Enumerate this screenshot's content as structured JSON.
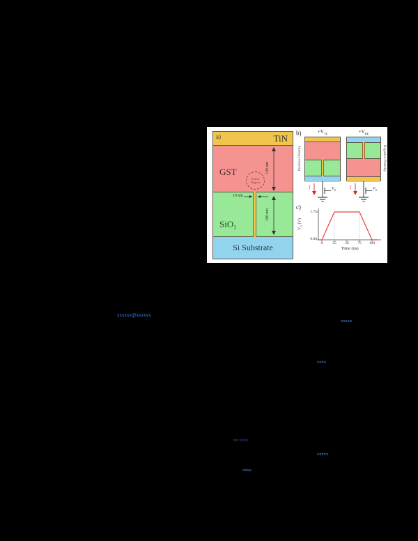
{
  "colors": {
    "page_bg": "#000000",
    "figure_bg": "#ffffff",
    "tin_yellow": "#f0c54e",
    "gst_pink": "#f59390",
    "sio2_green": "#97e897",
    "si_blue": "#92d4ee",
    "outline": "#5a544a",
    "pulse_red": "#e8423d",
    "link_blue": "#4c8df5"
  },
  "figure": {
    "a": {
      "tag": "a)",
      "tin": "TiN",
      "gst": "GST",
      "sio2": "SiO₂",
      "substrate": "Si Substrate",
      "active_1": "Active",
      "active_2": "Region",
      "gst_thickness": "100 nm",
      "sio2_thickness": "100 nm",
      "heater_width": "10 nm"
    },
    "b": {
      "tag": "b)",
      "left_v_main": "+V",
      "left_v_sub": "TE",
      "right_v_main": "+V",
      "right_v_sub": "BE",
      "left_polarity": "Positive Polarity",
      "right_polarity": "Negative Polarity",
      "current": "I",
      "gate_main": "V",
      "gate_sub": "G"
    },
    "c": {
      "tag": "c)",
      "ylabel_main": "V",
      "ylabel_sub": "G",
      "ylabel_unit": "(V)",
      "xlabel": "Time (ns)",
      "ytick_high": "1.75",
      "ytick_low": "0.00",
      "xticks": [
        "0",
        "25",
        "50",
        "75",
        "100"
      ]
    }
  },
  "chart_data": {
    "type": "line",
    "title": "",
    "xlabel": "Time (ns)",
    "ylabel": "V_G (V)",
    "x": [
      -5,
      0,
      25,
      75,
      100,
      112
    ],
    "y": [
      0,
      0,
      1.75,
      1.75,
      0,
      0
    ],
    "xticks": [
      0,
      25,
      50,
      75,
      100
    ],
    "yticks": [
      0,
      1.75
    ],
    "xlim": [
      -8,
      118
    ],
    "ylim": [
      0,
      2.1
    ],
    "guide_lines_x": [
      25,
      75
    ],
    "line_color": "#e8423d",
    "grid": false,
    "legend": false
  },
  "links": [
    {
      "text": "xxxxxx@xxxxxx"
    },
    {
      "text": "xxxxx"
    },
    {
      "text": "xxxx"
    },
    {
      "text": "xx xxxx"
    },
    {
      "text": "xxxxx"
    },
    {
      "text": "xxxx"
    }
  ]
}
